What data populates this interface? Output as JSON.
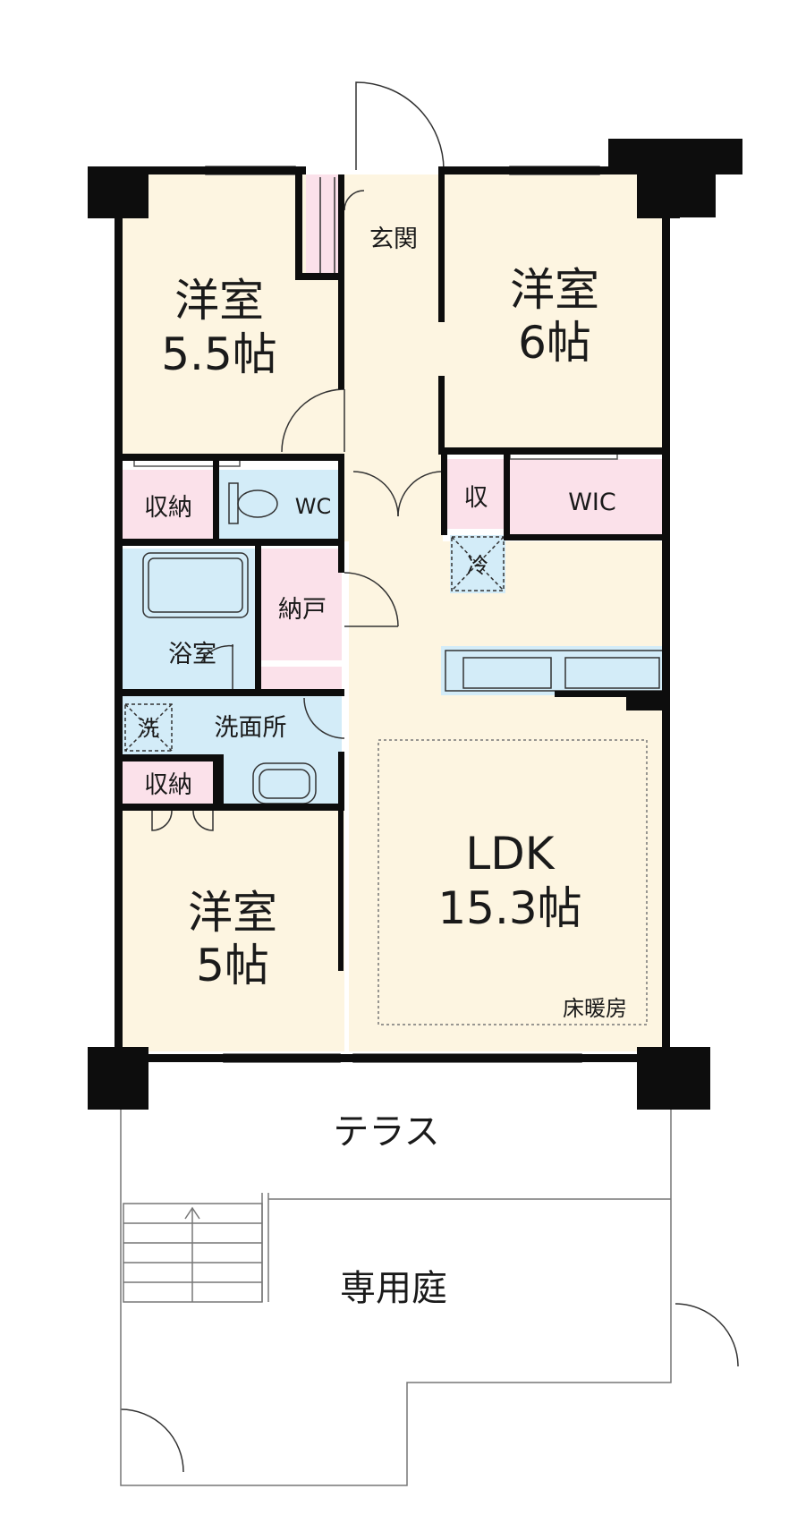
{
  "colors": {
    "wall": "#0d0d0d",
    "western_room": "#fdf5e1",
    "storage": "#fbe1ea",
    "wet_area": "#d3ecf8",
    "outdoor": "#ffffff",
    "line": "#8a8a8a"
  },
  "rooms": {
    "west_room_top": {
      "label": "洋室",
      "size": "5.5帖"
    },
    "entrance": {
      "label": "玄関"
    },
    "west_room_right": {
      "label": "洋室",
      "size": "6帖"
    },
    "storage_left": {
      "label": "収納"
    },
    "wc": {
      "label": "WC"
    },
    "storage_small": {
      "label": "収"
    },
    "wic": {
      "label": "WIC"
    },
    "fridge": {
      "label": "冷"
    },
    "closet": {
      "label": "納戸"
    },
    "bath": {
      "label": "浴室"
    },
    "washer": {
      "label": "洗"
    },
    "washroom": {
      "label": "洗面所"
    },
    "storage_lower": {
      "label": "収納"
    },
    "west_room_bottom": {
      "label": "洋室",
      "size": "5帖"
    },
    "ldk": {
      "label": "LDK",
      "size": "15.3帖",
      "note": "床暖房"
    },
    "terrace": {
      "label": "テラス"
    },
    "garden": {
      "label": "専用庭"
    }
  }
}
